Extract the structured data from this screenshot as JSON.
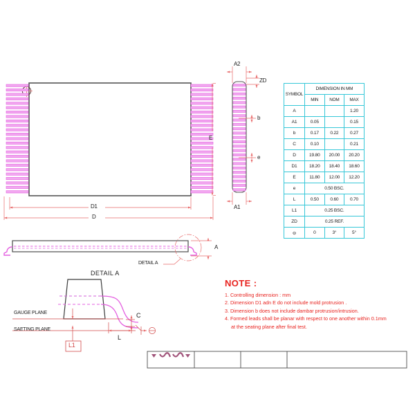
{
  "document": {
    "type": "mechanical-package-drawing",
    "package": "TSOP",
    "background": "#ffffff"
  },
  "colors": {
    "lead_magenta": "#e45fe0",
    "dimension_red": "#e86a6a",
    "body_outline": "#555555",
    "table_grid": "#35c7d8",
    "note_red": "#e8231f",
    "text_black": "#1a1a1a"
  },
  "top_view": {
    "name": "top-view",
    "pin_count_per_side": 25,
    "labels": {
      "E": "E",
      "D1": "D1",
      "D": "D"
    }
  },
  "side_view": {
    "name": "side-view",
    "labels": {
      "A2": "A2",
      "ZD": "ZD",
      "b": "b",
      "e": "e",
      "A1": "A1"
    }
  },
  "front_view": {
    "name": "front-view",
    "labels": {
      "A": "A",
      "detail_callout": "DETAIL A"
    }
  },
  "detail_a": {
    "name": "detail-a-view",
    "title": "DETAIL A",
    "labels": {
      "gauge_plane": "GAUGE PLANE",
      "seating_plane": "SAETING PLANE",
      "L1": "L1",
      "L": "L",
      "C": "C",
      "theta": "⊖"
    }
  },
  "dim_table": {
    "name": "dimension-table",
    "header": {
      "symbol": "SYMBOL",
      "span": "DIMENSION IN MM",
      "min": "MIN",
      "nom": "NOM",
      "max": "MAX"
    },
    "rows": [
      {
        "symbol": "A",
        "min": "",
        "nom": "",
        "max": "1.20",
        "span": null
      },
      {
        "symbol": "A1",
        "min": "0.05",
        "nom": "",
        "max": "0.15",
        "span": null
      },
      {
        "symbol": "b",
        "min": "0.17",
        "nom": "0.22",
        "max": "0.27",
        "span": null
      },
      {
        "symbol": "C",
        "min": "0.10",
        "nom": "",
        "max": "0.21",
        "span": null
      },
      {
        "symbol": "D",
        "min": "19.80",
        "nom": "20.00",
        "max": "20.20",
        "span": null
      },
      {
        "symbol": "D1",
        "min": "18.20",
        "nom": "18.40",
        "max": "18.60",
        "span": null
      },
      {
        "symbol": "E",
        "min": "11.80",
        "nom": "12.00",
        "max": "12.20",
        "span": null
      },
      {
        "symbol": "e",
        "min": null,
        "nom": null,
        "max": null,
        "span": "0.50 BSC."
      },
      {
        "symbol": "L",
        "min": "0.50",
        "nom": "0.60",
        "max": "0.70",
        "span": null
      },
      {
        "symbol": "L1",
        "min": null,
        "nom": null,
        "max": null,
        "span": "0.25 BSC."
      },
      {
        "symbol": "ZD",
        "min": null,
        "nom": null,
        "max": null,
        "span": "0.25 REF."
      },
      {
        "symbol": "⊖",
        "min": "0",
        "nom": "3°",
        "max": "5°",
        "span": null
      }
    ]
  },
  "notes": {
    "name": "notes-block",
    "title": "NOTE :",
    "items": [
      "1. Controlling  dimension : mm",
      "2. Dimension D1 adn  E do not include mold protrusion .",
      "3. Dimension b does not include dambar protrusion/intrusion.",
      "4. Formed leads shall be planar with respect to one another within 0.1mm"
    ],
    "item4_continuation": "at the seating plane after final test."
  }
}
